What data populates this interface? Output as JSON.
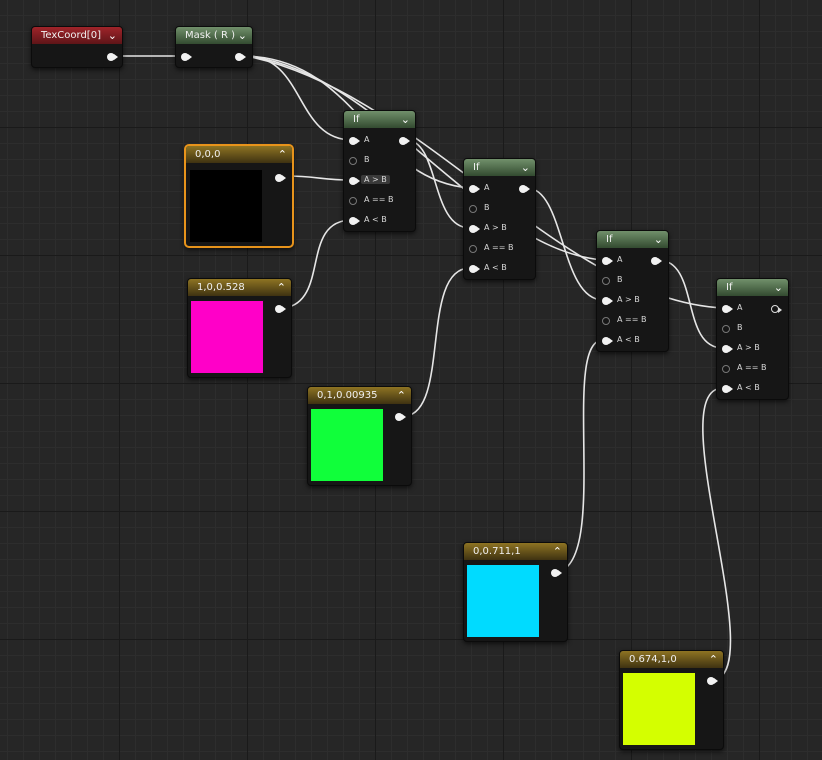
{
  "nodes": {
    "texcoord": {
      "title": "TexCoord[0]"
    },
    "mask": {
      "title": "Mask ( R )"
    },
    "if1": {
      "title": "If",
      "pins": [
        "A",
        "B",
        "A > B",
        "A == B",
        "A < B"
      ]
    },
    "if2": {
      "title": "If",
      "pins": [
        "A",
        "B",
        "A > B",
        "A == B",
        "A < B"
      ]
    },
    "if3": {
      "title": "If",
      "pins": [
        "A",
        "B",
        "A > B",
        "A == B",
        "A < B"
      ]
    },
    "if4": {
      "title": "If",
      "pins": [
        "A",
        "B",
        "A > B",
        "A == B",
        "A < B"
      ]
    },
    "c_black": {
      "title": "0,0,0",
      "color": "#000000"
    },
    "c_magenta": {
      "title": "1,0,0.528",
      "color": "#ff00c8"
    },
    "c_green": {
      "title": "0,1,0.00935",
      "color": "#10ff3a"
    },
    "c_cyan": {
      "title": "0,0.711,1",
      "color": "#00dbff"
    },
    "c_yellow": {
      "title": "0.674,1,0",
      "color": "#d4ff00"
    }
  },
  "icons": {
    "collapse": "chevron-down-icon",
    "expand": "chevron-up-icon"
  }
}
